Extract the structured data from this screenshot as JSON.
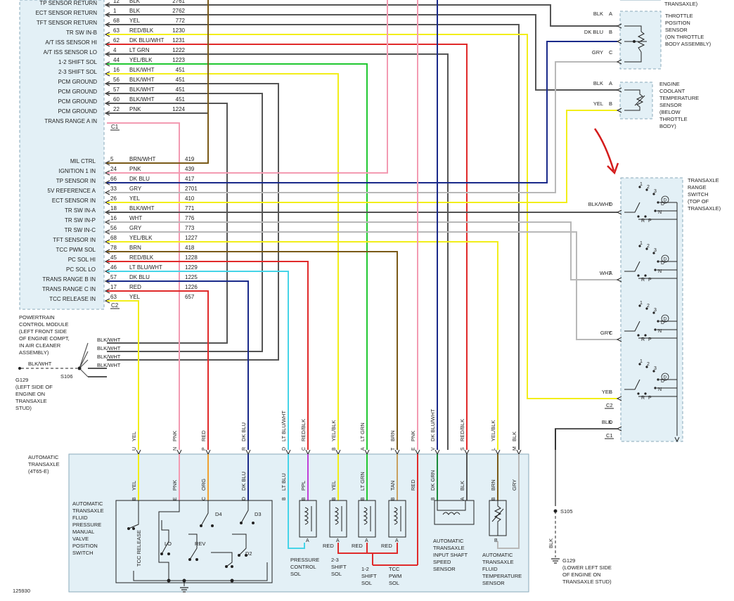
{
  "figure_id": "125930",
  "pcm": {
    "caption": [
      "POWERTRAIN",
      "CONTROL MODULE",
      "(LEFT FRONT SIDE",
      "OF ENGINE COMPT,",
      "IN AIR CLEANER",
      "ASSEMBLY)"
    ],
    "conn_c1": "C1",
    "conn_c2": "C2",
    "pins_upper": [
      {
        "label": "TP SENSOR RETURN",
        "pin": "12",
        "color": "BLK",
        "circuit": "2761"
      },
      {
        "label": "ECT SENSOR RETURN",
        "pin": "1",
        "color": "BLK",
        "circuit": "2762"
      },
      {
        "label": "TFT SENSOR RETURN",
        "pin": "68",
        "color": "YEL",
        "circuit": "772"
      },
      {
        "label": "TR SW IN-B",
        "pin": "63",
        "color": "RED/BLK",
        "circuit": "1230"
      },
      {
        "label": "A/T ISS SENSOR HI",
        "pin": "62",
        "color": "DK BLU/WHT",
        "circuit": "1231"
      },
      {
        "label": "A/T ISS SENSOR LO",
        "pin": "4",
        "color": "LT GRN",
        "circuit": "1222"
      },
      {
        "label": "1-2 SHIFT SOL",
        "pin": "44",
        "color": "YEL/BLK",
        "circuit": "1223"
      },
      {
        "label": "2-3 SHIFT SOL",
        "pin": "16",
        "color": "BLK/WHT",
        "circuit": "451"
      },
      {
        "label": "PCM GROUND",
        "pin": "56",
        "color": "BLK/WHT",
        "circuit": "451"
      },
      {
        "label": "PCM GROUND",
        "pin": "57",
        "color": "BLK/WHT",
        "circuit": "451"
      },
      {
        "label": "PCM GROUND",
        "pin": "60",
        "color": "BLK/WHT",
        "circuit": "451"
      },
      {
        "label": "PCM GROUND",
        "pin": "22",
        "color": "PNK",
        "circuit": "1224"
      },
      {
        "label": "TRANS RANGE A IN",
        "pin": "",
        "color": "",
        "circuit": ""
      }
    ],
    "pins_lower": [
      {
        "label": "MIL CTRL",
        "pin": "5",
        "color": "BRN/WHT",
        "circuit": "419"
      },
      {
        "label": "IGNITION 1 IN",
        "pin": "24",
        "color": "PNK",
        "circuit": "439"
      },
      {
        "label": "TP SENSOR IN",
        "pin": "66",
        "color": "DK BLU",
        "circuit": "417"
      },
      {
        "label": "5V REFERENCE A",
        "pin": "33",
        "color": "GRY",
        "circuit": "2701"
      },
      {
        "label": "ECT SENSOR IN",
        "pin": "26",
        "color": "YEL",
        "circuit": "410"
      },
      {
        "label": "TR SW IN-A",
        "pin": "18",
        "color": "BLK/WHT",
        "circuit": "771"
      },
      {
        "label": "TR SW IN-P",
        "pin": "16",
        "color": "WHT",
        "circuit": "776"
      },
      {
        "label": "TR SW IN-C",
        "pin": "56",
        "color": "GRY",
        "circuit": "773"
      },
      {
        "label": "TFT SENSOR IN",
        "pin": "68",
        "color": "YEL/BLK",
        "circuit": "1227"
      },
      {
        "label": "TCC PWM SOL",
        "pin": "78",
        "color": "BRN",
        "circuit": "418"
      },
      {
        "label": "PC SOL HI",
        "pin": "45",
        "color": "RED/BLK",
        "circuit": "1228"
      },
      {
        "label": "PC SOL LO",
        "pin": "46",
        "color": "LT BLU/WHT",
        "circuit": "1229"
      },
      {
        "label": "TRANS RANGE B IN",
        "pin": "57",
        "color": "DK BLU",
        "circuit": "1225"
      },
      {
        "label": "TRANS RANGE C IN",
        "pin": "17",
        "color": "RED",
        "circuit": "1226"
      },
      {
        "label": "TCC RELEASE IN",
        "pin": "63",
        "color": "YEL",
        "circuit": "657"
      }
    ]
  },
  "ground_s106": {
    "splice": "S106",
    "wires": [
      "BLK/WHT",
      "BLK/WHT",
      "BLK/WHT",
      "BLK/WHT"
    ],
    "lead": "BLK/WHT",
    "ground": "G129",
    "ground_caption": [
      "(LEFT SIDE OF",
      "ENGINE ON",
      "TRANSAXLE",
      "STUD)"
    ]
  },
  "tp_sensor": {
    "top_caption": "TRANSAXLE)",
    "caption": [
      "THROTTLE",
      "POSITION",
      "SENSOR",
      "(ON THROTTLE",
      "BODY ASSEMBLY)"
    ],
    "pins": [
      {
        "color": "BLK",
        "pin": "A"
      },
      {
        "color": "DK BLU",
        "pin": "B"
      },
      {
        "color": "GRY",
        "pin": "C"
      }
    ]
  },
  "ect_sensor": {
    "caption": [
      "ENGINE",
      "COOLANT",
      "TEMPERATURE",
      "SENSOR",
      "(BELOW",
      "THROTTLE",
      "BODY)"
    ],
    "pins": [
      {
        "color": "BLK",
        "pin": "A"
      },
      {
        "color": "YEL",
        "pin": "B"
      }
    ]
  },
  "range_switch": {
    "caption": [
      "TRANSAXLE",
      "RANGE",
      "SWITCH",
      "(TOP OF",
      "TRANSAXLE)"
    ],
    "conn_c1": "C1",
    "conn_c2": "C2",
    "pins": [
      {
        "color": "BLK/WHT",
        "pin": "D"
      },
      {
        "color": "WHT",
        "pin": "A"
      },
      {
        "color": "GRY",
        "pin": "C"
      },
      {
        "color": "YEL",
        "pin": "B"
      },
      {
        "color": "BLK",
        "pin": "D"
      }
    ],
    "contact_labels": [
      "1",
      "2",
      "3",
      "D",
      "N",
      "P",
      "R"
    ]
  },
  "transaxle": {
    "caption": [
      "AUTOMATIC",
      "TRANSAXLE",
      "(4T65-E)"
    ],
    "top_pins": [
      {
        "color": "YEL",
        "pin": "U"
      },
      {
        "color": "PNK",
        "pin": "N"
      },
      {
        "color": "RED",
        "pin": "P"
      },
      {
        "color": "DK BLU",
        "pin": "R"
      },
      {
        "color": "LT BLU/WHT",
        "pin": "D"
      },
      {
        "color": "RED/BLK",
        "pin": "C"
      },
      {
        "color": "YEL/BLK",
        "pin": "B"
      },
      {
        "color": "LT GRN",
        "pin": "A"
      },
      {
        "color": "BRN",
        "pin": "T"
      },
      {
        "color": "PNK",
        "pin": "E"
      },
      {
        "color": "DK BLU/WHT",
        "pin": "V"
      },
      {
        "color": "RED/BLK",
        "pin": "S"
      },
      {
        "color": "YEL/BLK",
        "pin": "L"
      },
      {
        "color": "BLK",
        "pin": "M"
      }
    ],
    "inner_pins": [
      {
        "color": "YEL",
        "pin": "B"
      },
      {
        "color": "PNK",
        "pin": "E"
      },
      {
        "color": "ORG",
        "pin": "C"
      },
      {
        "color": "DK BLU",
        "pin": "D"
      },
      {
        "color": "LT BLU",
        "pin": "B"
      },
      {
        "color": "PPL",
        "pin": "B"
      },
      {
        "color": "YEL",
        "pin": "B"
      },
      {
        "color": "LT GRN",
        "pin": "B"
      },
      {
        "color": "TAN",
        "pin": "B"
      },
      {
        "color": "RED",
        "pin": ""
      },
      {
        "color": "DK GRN",
        "pin": "B"
      },
      {
        "color": "BLK",
        "pin": "A"
      },
      {
        "color": "BRN",
        "pin": "B"
      },
      {
        "color": "GRY",
        "pin": ""
      }
    ],
    "switch_caption": [
      "AUTOMATIC",
      "TRANSAXLE",
      "FLUID",
      "PRESSURE",
      "MANUAL",
      "VALVE",
      "POSITION",
      "SWITCH"
    ],
    "switch_labels": [
      "TCC RELEASE",
      "LO",
      "REV",
      "D4",
      "D3",
      "D2"
    ],
    "sol_low_pins": [
      "A",
      "A",
      "A",
      "A",
      "A"
    ],
    "sol_wire": "RED",
    "pc_sol": [
      "PRESSURE",
      "CONTROL",
      "SOL"
    ],
    "shift23_sol": [
      "2-3",
      "SHIFT",
      "SOL"
    ],
    "shift12_sol": [
      "1-2",
      "SHIFT",
      "SOL"
    ],
    "tcc_pwm_sol": [
      "TCC",
      "PWM",
      "SOL"
    ],
    "iss_sensor": [
      "AUTOMATIC",
      "TRANSAXLE",
      "INPUT SHAFT",
      "SPEED",
      "SENSOR"
    ],
    "tft_sensor": [
      "AUTOMATIC",
      "TRANSAXLE",
      "FLUID",
      "TEMPERATURE",
      "SENSOR"
    ]
  },
  "ground_s105": {
    "splice": "S105",
    "wire": "BLK",
    "ground": "G129",
    "caption": [
      "(LOWER LEFT SIDE",
      "OF ENGINE ON",
      "TRANSAXLE STUD)"
    ]
  },
  "colors": {
    "yellow": "#f2ee1a",
    "pink": "#f39bb2",
    "red": "#e02a2a",
    "dkblue": "#1a2a8a",
    "ltblue": "#46d4e8",
    "green": "#22c832",
    "brown": "#7a5a18",
    "gray": "#b8b8b8",
    "black": "#555555",
    "module_fill": "#e3f0f6",
    "annotation": "#d41c1c"
  }
}
